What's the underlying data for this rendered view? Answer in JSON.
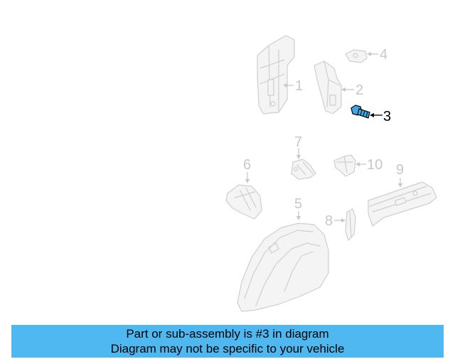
{
  "diagram": {
    "callouts": [
      "1",
      "2",
      "3",
      "4",
      "5",
      "6",
      "7",
      "8",
      "9",
      "10"
    ],
    "highlighted_part": "3",
    "highlight_color": "#3aa9e8",
    "part_line_color": "#cfcfcf"
  },
  "banner": {
    "line1": "Part or sub-assembly is #3 in diagram",
    "line2": "Diagram may not be specific to your vehicle",
    "background": "#4fb8f0"
  }
}
